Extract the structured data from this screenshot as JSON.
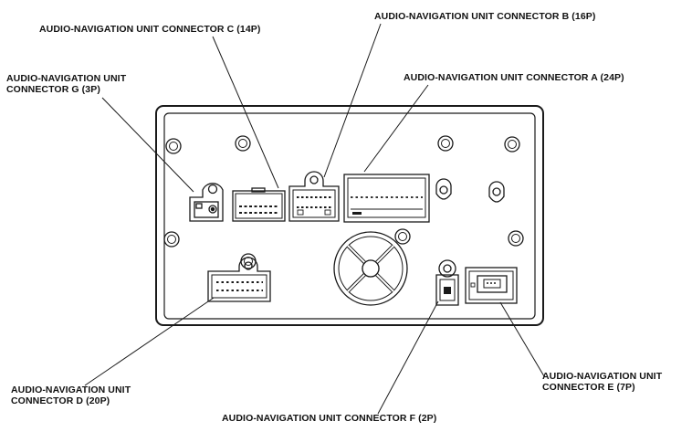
{
  "labels": {
    "connector_c": "AUDIO-NAVIGATION UNIT CONNECTOR C (14P)",
    "connector_b": "AUDIO-NAVIGATION UNIT CONNECTOR B (16P)",
    "connector_a": "AUDIO-NAVIGATION UNIT CONNECTOR A (24P)",
    "connector_g": [
      "AUDIO-NAVIGATION UNIT",
      "CONNECTOR G (3P)"
    ],
    "connector_d": [
      "AUDIO-NAVIGATION UNIT",
      "CONNECTOR D (20P)"
    ],
    "connector_e": [
      "AUDIO-NAVIGATION UNIT",
      "CONNECTOR E (7P)"
    ],
    "connector_f": "AUDIO-NAVIGATION UNIT CONNECTOR F (2P)"
  },
  "colors": {
    "line": "#1a1a1a",
    "paper": "#ffffff",
    "shade": "#d8d8d8"
  }
}
